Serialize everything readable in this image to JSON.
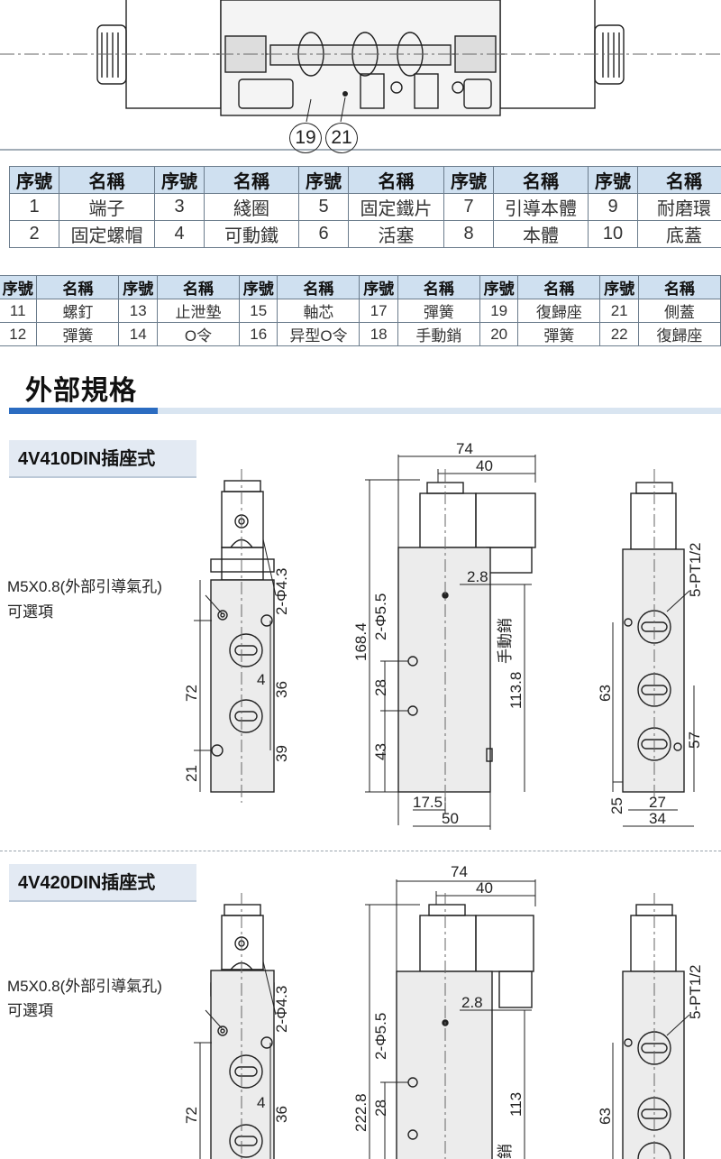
{
  "callouts": [
    "19",
    "21"
  ],
  "table1": {
    "header": {
      "no": "序號",
      "name": "名稱"
    },
    "rows": [
      [
        {
          "no": "1",
          "name": "端子"
        },
        {
          "no": "3",
          "name": "綫圈"
        },
        {
          "no": "5",
          "name": "固定鐵片"
        },
        {
          "no": "7",
          "name": "引導本體"
        },
        {
          "no": "9",
          "name": "耐磨環"
        }
      ],
      [
        {
          "no": "2",
          "name": "固定螺帽"
        },
        {
          "no": "4",
          "name": "可動鐵"
        },
        {
          "no": "6",
          "name": "活塞"
        },
        {
          "no": "8",
          "name": "本體"
        },
        {
          "no": "10",
          "name": "底蓋"
        }
      ]
    ]
  },
  "table2": {
    "header": {
      "no": "序號",
      "name": "名稱"
    },
    "rows": [
      [
        {
          "no": "11",
          "name": "螺釘"
        },
        {
          "no": "13",
          "name": "止泄墊"
        },
        {
          "no": "15",
          "name": "軸芯"
        },
        {
          "no": "17",
          "name": "彈簧"
        },
        {
          "no": "19",
          "name": "復歸座"
        },
        {
          "no": "21",
          "name": "側蓋"
        }
      ],
      [
        {
          "no": "12",
          "name": "彈簧"
        },
        {
          "no": "14",
          "name": "O令"
        },
        {
          "no": "16",
          "name": "异型O令"
        },
        {
          "no": "18",
          "name": "手動銷"
        },
        {
          "no": "20",
          "name": "彈簧"
        },
        {
          "no": "22",
          "name": "復歸座"
        }
      ]
    ]
  },
  "section_title": "外部規格",
  "model1": {
    "name": "4V410DIN插座式",
    "note_line1": "M5X0.8(外部引導氣孔)",
    "note_line2": "可選項",
    "left": {
      "hole": "2-Φ4.3",
      "d72": "72",
      "d4": "4",
      "d36": "36",
      "d39": "39",
      "d21": "21"
    },
    "mid": {
      "d74": "74",
      "d40": "40",
      "hole": "2-Φ5.5",
      "d168": "168.4",
      "d28": "28",
      "d43": "43",
      "d2_8": "2.8",
      "manual": "手動銷",
      "d113": "113.8",
      "d17_5": "17.5",
      "d50": "50"
    },
    "right": {
      "port": "5-PT1/2",
      "d63": "63",
      "d57": "57",
      "d25": "25",
      "d27": "27",
      "d34": "34"
    }
  },
  "model2": {
    "name": "4V420DIN插座式",
    "note_line1": "M5X0.8(外部引導氣孔)",
    "note_line2": "可選項",
    "left": {
      "hole": "2-Φ4.3",
      "d72": "72",
      "d4": "4",
      "d36": "36"
    },
    "mid": {
      "d74": "74",
      "d40": "40",
      "hole": "2-Φ5.5",
      "d222": "222.8",
      "d28": "28",
      "d2_8": "2.8",
      "d113": "113",
      "manual": "銷"
    },
    "right": {
      "port": "5-PT1/2",
      "d63": "63"
    }
  }
}
